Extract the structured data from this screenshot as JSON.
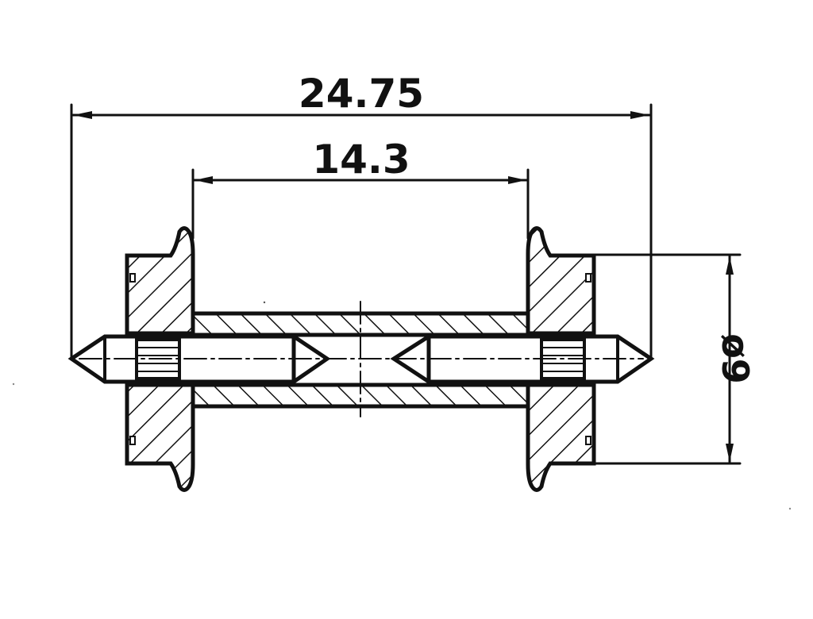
{
  "drawing": {
    "title": "Wheelset technical drawing",
    "line_color": "#111111",
    "background": "#ffffff",
    "dimensions": {
      "overall_length": {
        "label": "24.75",
        "value": 24.75,
        "unit": "mm"
      },
      "back_to_back": {
        "label": "14.3",
        "value": 14.3,
        "unit": "mm"
      },
      "wheel_diameter": {
        "label": "ø9",
        "value": 9,
        "unit": "mm"
      }
    },
    "parts": [
      "left-wheel",
      "right-wheel",
      "axle-tube",
      "left-axle-pin",
      "right-axle-pin",
      "centerline"
    ]
  }
}
